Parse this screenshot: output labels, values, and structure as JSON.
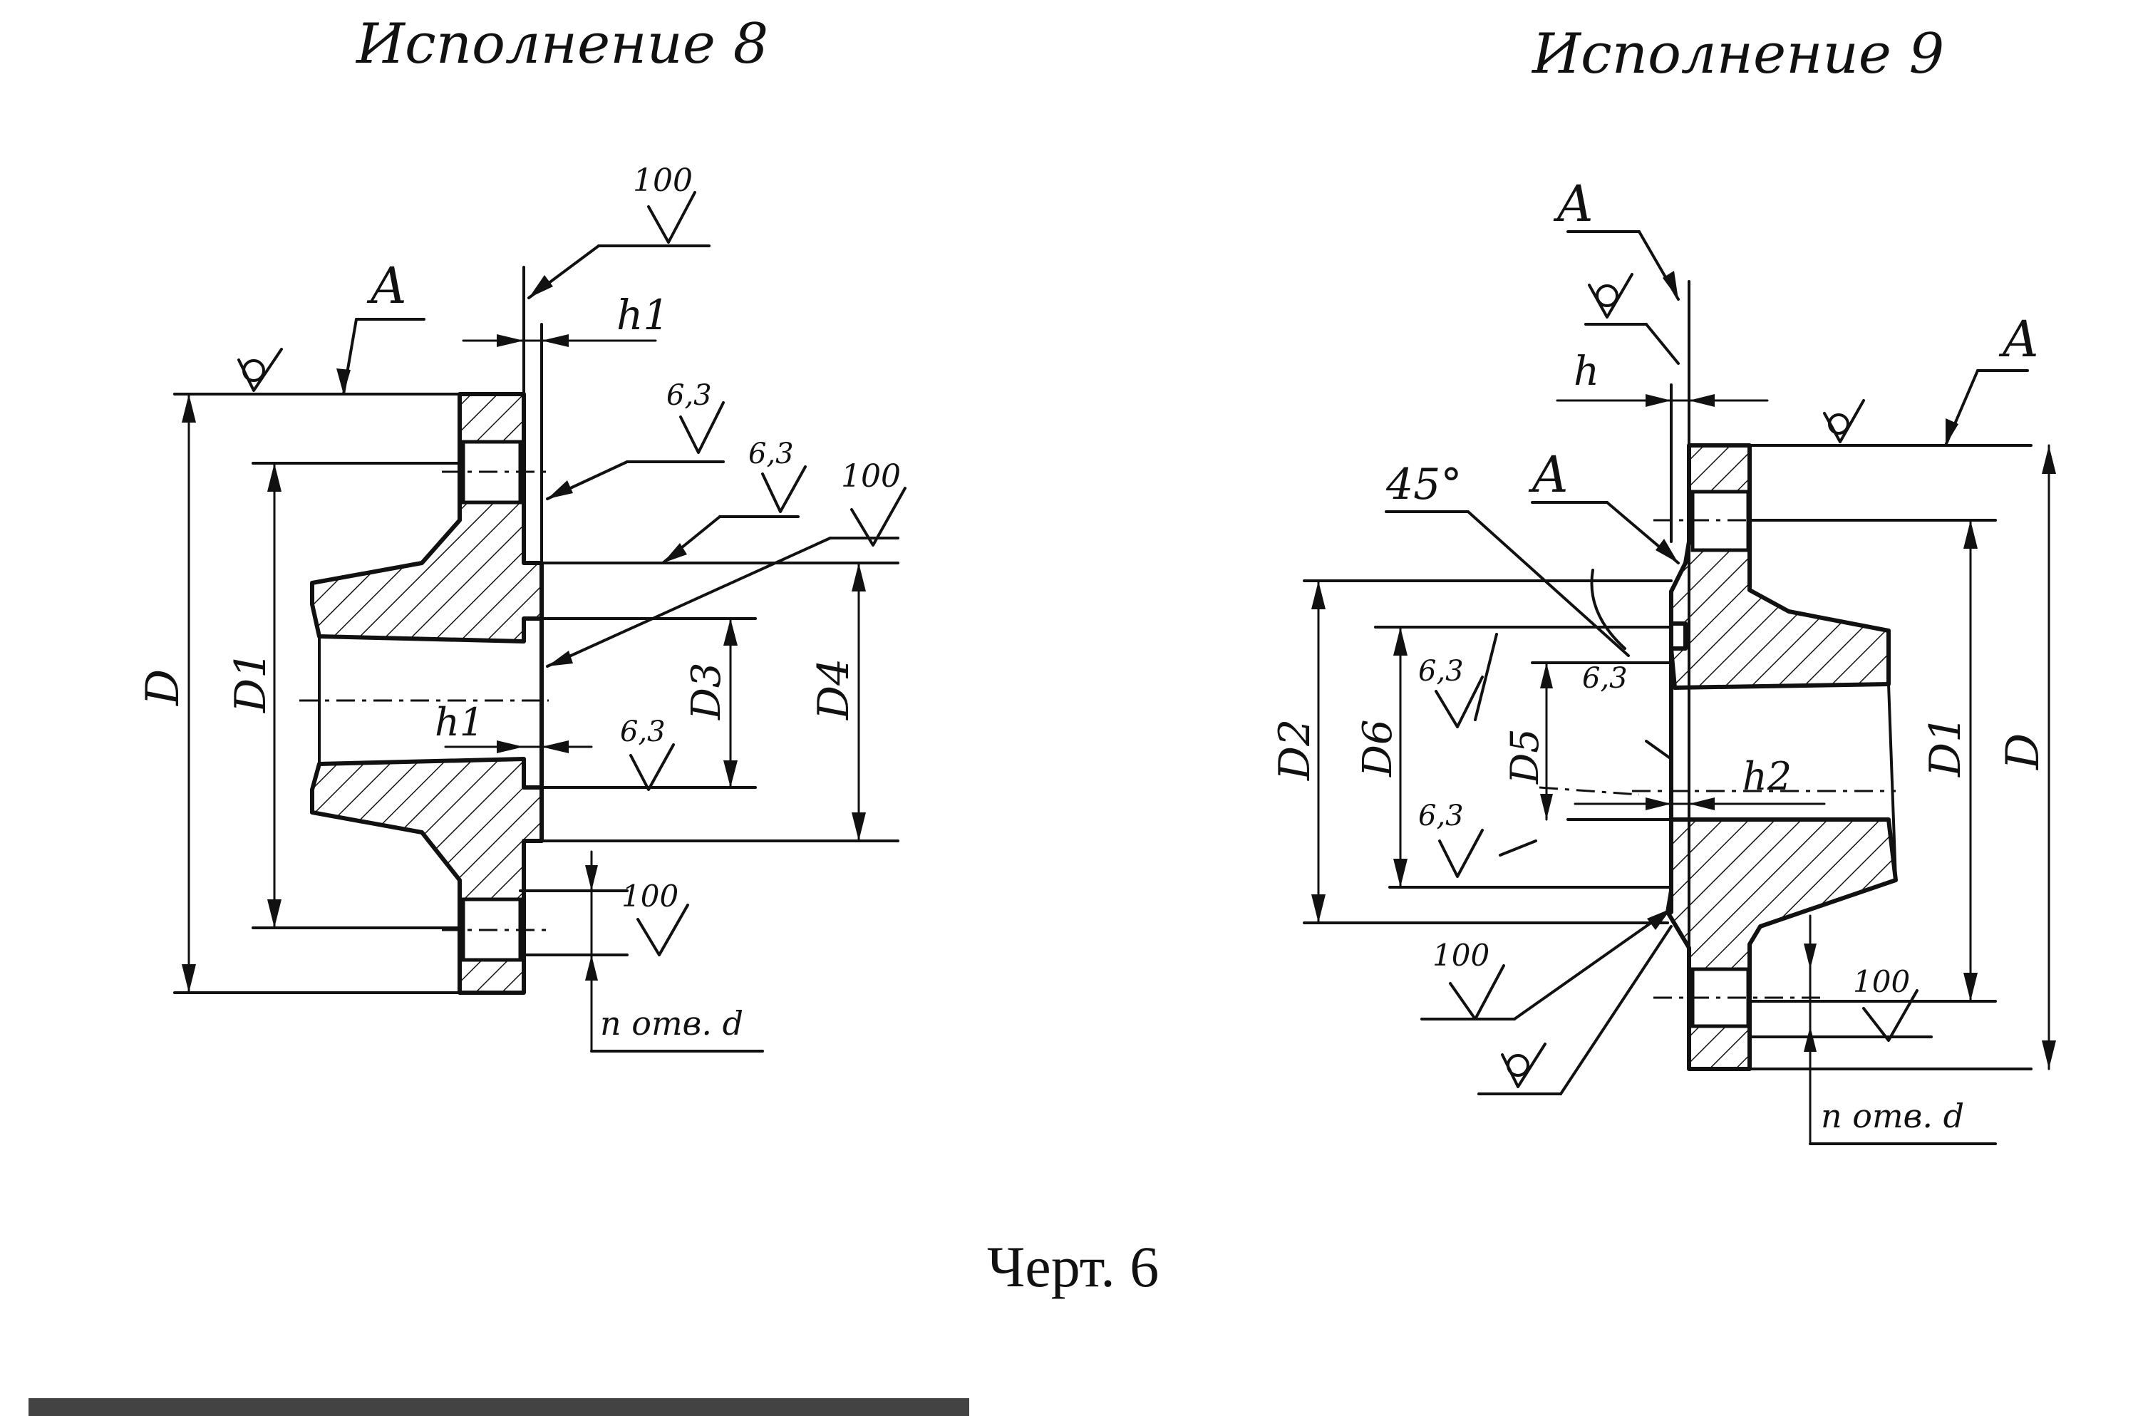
{
  "figure": {
    "caption": "Черт. 6"
  },
  "variant8": {
    "title": "Исполнение 8",
    "labels": {
      "D": "D",
      "D1": "D1",
      "D3": "D3",
      "D4": "D4",
      "h1_top": "h1",
      "h1_mid": "h1",
      "datum": "A",
      "holes": "n отв. d"
    },
    "roughness": {
      "top": "100",
      "upper_a": "6,3",
      "upper_b": "6,3",
      "right": "100",
      "middle": "6,3",
      "lower": "100"
    }
  },
  "variant9": {
    "title": "Исполнение 9",
    "labels": {
      "D": "D",
      "D1": "D1",
      "D2": "D2",
      "D5": "D5",
      "D6": "D6",
      "h": "h",
      "h2": "h2",
      "datum_top": "A",
      "datum_right": "A",
      "datum_mid": "A",
      "angle": "45°",
      "holes": "n отв. d"
    },
    "roughness": {
      "left_a": "6,3",
      "center": "6,3",
      "left_b": "6,3",
      "bottom_left": "100",
      "bottom_right": "100"
    }
  },
  "icons": {
    "datum": "datum-circle-icon",
    "roughness": "roughness-check-icon"
  }
}
